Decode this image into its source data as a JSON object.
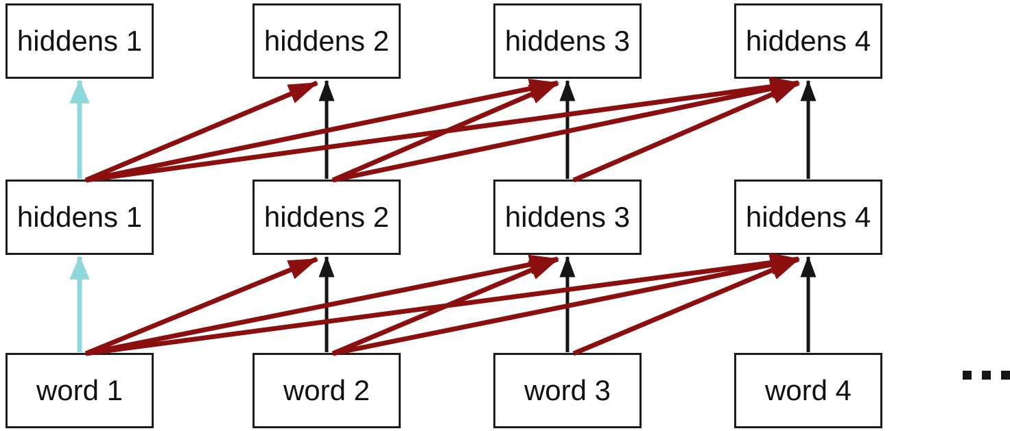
{
  "diagram": {
    "ellipsis": "...",
    "colors": {
      "skip": "#8b0f0f",
      "highlight": "#8ed7da",
      "default": "#151515",
      "box_border": "#1c1c1c",
      "text": "#111111",
      "background": "#ffffff"
    },
    "nodes": [
      {
        "id": "t1",
        "label": "hiddens 1",
        "row": 0,
        "col": 0
      },
      {
        "id": "t2",
        "label": "hiddens 2",
        "row": 0,
        "col": 1
      },
      {
        "id": "t3",
        "label": "hiddens 3",
        "row": 0,
        "col": 2
      },
      {
        "id": "t4",
        "label": "hiddens 4",
        "row": 0,
        "col": 3
      },
      {
        "id": "m1",
        "label": "hiddens 1",
        "row": 1,
        "col": 0
      },
      {
        "id": "m2",
        "label": "hiddens 2",
        "row": 1,
        "col": 1
      },
      {
        "id": "m3",
        "label": "hiddens 3",
        "row": 1,
        "col": 2
      },
      {
        "id": "m4",
        "label": "hiddens 4",
        "row": 1,
        "col": 3
      },
      {
        "id": "w1",
        "label": "word 1",
        "row": 2,
        "col": 0
      },
      {
        "id": "w2",
        "label": "word 2",
        "row": 2,
        "col": 1
      },
      {
        "id": "w3",
        "label": "word 3",
        "row": 2,
        "col": 2
      },
      {
        "id": "w4",
        "label": "word 4",
        "row": 2,
        "col": 3
      }
    ],
    "edges": [
      {
        "from": "w1",
        "to": "m1",
        "kind": "vertical",
        "color": "highlight"
      },
      {
        "from": "m1",
        "to": "t1",
        "kind": "vertical",
        "color": "highlight"
      },
      {
        "from": "w2",
        "to": "m2",
        "kind": "vertical",
        "color": "default"
      },
      {
        "from": "m2",
        "to": "t2",
        "kind": "vertical",
        "color": "default"
      },
      {
        "from": "w3",
        "to": "m3",
        "kind": "vertical",
        "color": "default"
      },
      {
        "from": "m3",
        "to": "t3",
        "kind": "vertical",
        "color": "default"
      },
      {
        "from": "w4",
        "to": "m4",
        "kind": "vertical",
        "color": "default"
      },
      {
        "from": "m4",
        "to": "t4",
        "kind": "vertical",
        "color": "default"
      },
      {
        "from": "w1",
        "to": "m2",
        "kind": "skip",
        "color": "skip"
      },
      {
        "from": "w1",
        "to": "m3",
        "kind": "skip",
        "color": "skip"
      },
      {
        "from": "w1",
        "to": "m4",
        "kind": "skip",
        "color": "skip"
      },
      {
        "from": "w2",
        "to": "m3",
        "kind": "skip",
        "color": "skip"
      },
      {
        "from": "w2",
        "to": "m4",
        "kind": "skip",
        "color": "skip"
      },
      {
        "from": "w3",
        "to": "m4",
        "kind": "skip",
        "color": "skip"
      },
      {
        "from": "m1",
        "to": "t2",
        "kind": "skip",
        "color": "skip"
      },
      {
        "from": "m1",
        "to": "t3",
        "kind": "skip",
        "color": "skip"
      },
      {
        "from": "m1",
        "to": "t4",
        "kind": "skip",
        "color": "skip"
      },
      {
        "from": "m2",
        "to": "t3",
        "kind": "skip",
        "color": "skip"
      },
      {
        "from": "m2",
        "to": "t4",
        "kind": "skip",
        "color": "skip"
      },
      {
        "from": "m3",
        "to": "t4",
        "kind": "skip",
        "color": "skip"
      }
    ]
  }
}
